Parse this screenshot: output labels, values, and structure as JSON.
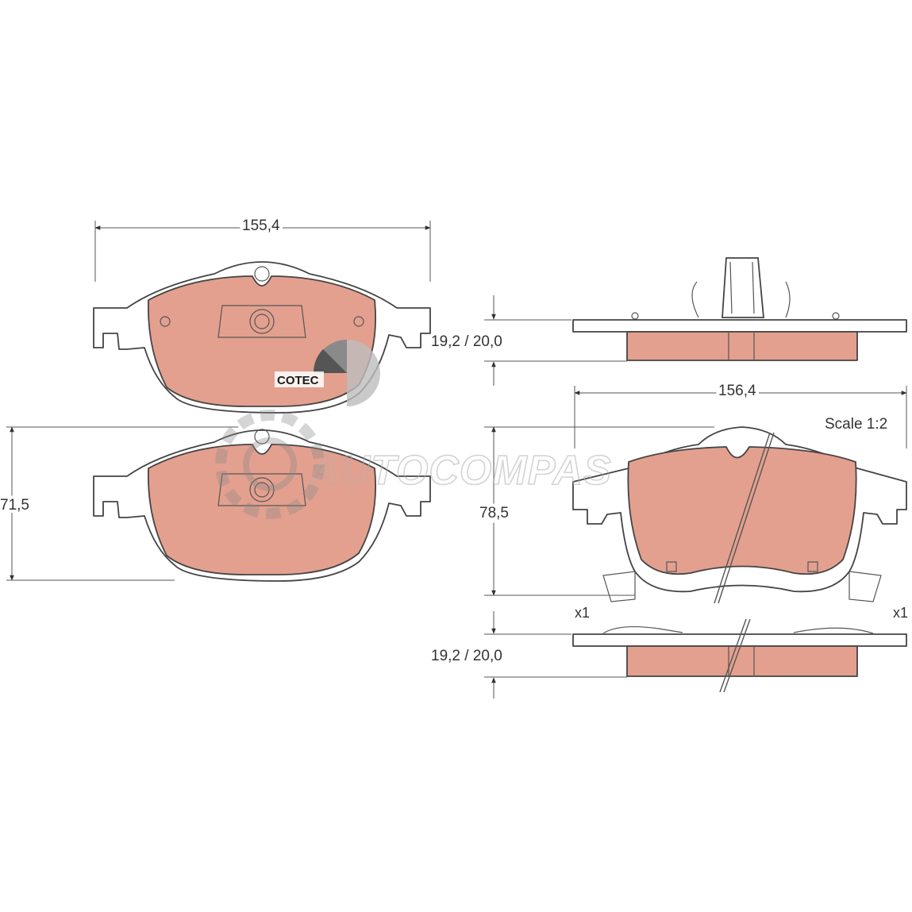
{
  "colors": {
    "friction_material": "#e3a08f",
    "outline": "#444444",
    "background": "#ffffff",
    "watermark": "#b0b0b0"
  },
  "dimensions": {
    "top_width": "155,4",
    "left_height": "71,5",
    "side_thickness_top": "19,2 / 20,0",
    "right_width": "156,4",
    "right_height": "78,5",
    "side_thickness_bottom": "19,2 / 20,0"
  },
  "scale_label": "Scale 1:2",
  "quantity_left": "x1",
  "quantity_right": "x1",
  "logo": {
    "text": "COTEC",
    "icon": "cotec-gauge-icon"
  },
  "watermark": {
    "text": "AUTOCOMPAS",
    "icon": "gear-watermark-icon"
  }
}
